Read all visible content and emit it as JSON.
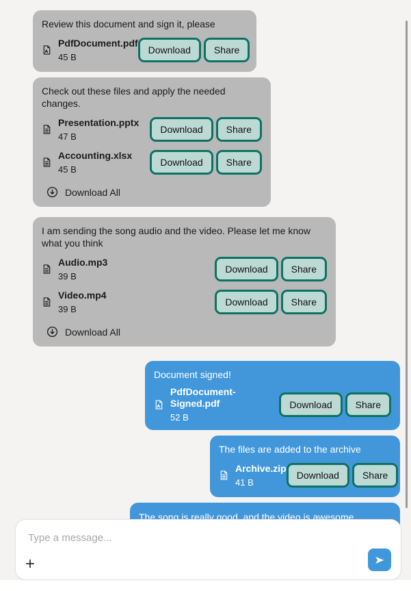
{
  "chat": {
    "buttons": {
      "download": "Download",
      "share": "Share"
    },
    "messages": [
      {
        "side": "left",
        "text": "Review this document and sign it, please",
        "files": [
          {
            "name": "PdfDocument.pdf",
            "size": "45 B",
            "icon": "pdf-file-icon"
          }
        ]
      },
      {
        "side": "left",
        "text": "Check out these files and apply the needed changes.",
        "files": [
          {
            "name": "Presentation.pptx",
            "size": "47 B",
            "icon": "document-file-icon"
          },
          {
            "name": "Accounting.xlsx",
            "size": "45 B",
            "icon": "document-file-icon"
          }
        ],
        "download_all": "Download All"
      },
      {
        "side": "left",
        "text": "I am sending the song audio and the video. Please let me know what you think",
        "files": [
          {
            "name": "Audio.mp3",
            "size": "39 B",
            "icon": "document-file-icon"
          },
          {
            "name": "Video.mp4",
            "size": "39 B",
            "icon": "document-file-icon"
          }
        ],
        "download_all": "Download All"
      },
      {
        "side": "right",
        "text": "Document signed!",
        "files": [
          {
            "name": "PdfDocument-Signed.pdf",
            "size": "52 B",
            "icon": "pdf-file-icon"
          }
        ]
      },
      {
        "side": "right",
        "text": "The files are added to the archive",
        "files": [
          {
            "name": "Archive.zip",
            "size": "41 B",
            "icon": "document-file-icon"
          }
        ]
      },
      {
        "side": "right",
        "text": "The song is really good, and the video is awesome. Congrats!"
      }
    ]
  },
  "composer": {
    "placeholder": "Type a message...",
    "attach_label": "+"
  },
  "colors": {
    "bubble_incoming": "#b9b9b9",
    "bubble_outgoing": "#4297db",
    "file_button_bg": "#bdd9d3",
    "file_button_border": "#0c7264",
    "send_button": "#3f98dc",
    "page_background": "#f4f3f2"
  }
}
